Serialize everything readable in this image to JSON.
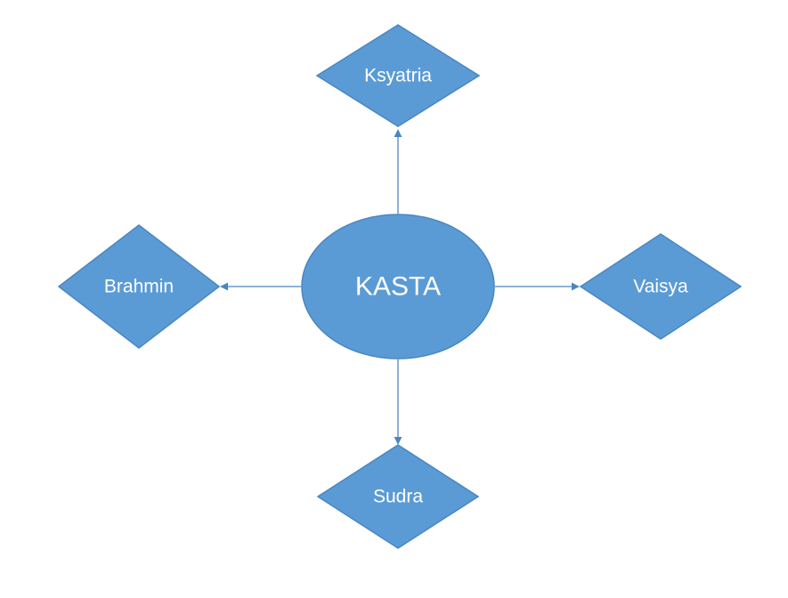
{
  "diagram": {
    "center": {
      "label": "KASTA"
    },
    "nodes": {
      "top": {
        "label": "Ksyatria"
      },
      "left": {
        "label": "Brahmin"
      },
      "right": {
        "label": "Vaisya"
      },
      "bottom": {
        "label": "Sudra"
      }
    },
    "colors": {
      "fill": "#5B9BD5",
      "stroke": "#4A86C1",
      "connector": "#4A86C1",
      "text": "#ffffff"
    }
  }
}
